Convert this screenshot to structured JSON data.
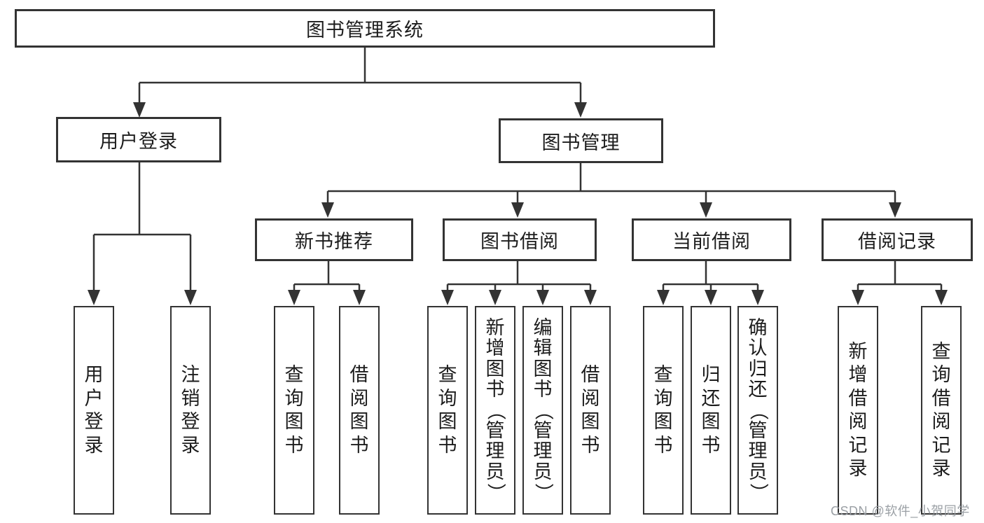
{
  "tree": {
    "root": {
      "label": "图书管理系统"
    },
    "branches": [
      {
        "label": "用户登录",
        "children": [
          {
            "label": "用户登录"
          },
          {
            "label": "注销登录"
          }
        ]
      },
      {
        "label": "图书管理",
        "children": [
          {
            "label": "新书推荐",
            "children": [
              {
                "label": "查询图书"
              },
              {
                "label": "借阅图书"
              }
            ]
          },
          {
            "label": "图书借阅",
            "children": [
              {
                "label": "查询图书"
              },
              {
                "label": "新增图书（管理员）"
              },
              {
                "label": "编辑图书（管理员）"
              },
              {
                "label": "借阅图书"
              }
            ]
          },
          {
            "label": "当前借阅",
            "children": [
              {
                "label": "查询图书"
              },
              {
                "label": "归还图书"
              },
              {
                "label": "确认归还（管理员）"
              }
            ]
          },
          {
            "label": "借阅记录",
            "children": [
              {
                "label": "新增借阅记录"
              },
              {
                "label": "查询借阅记录"
              }
            ]
          }
        ]
      }
    ]
  },
  "watermark": "CSDN @软件_小贺同学",
  "colors": {
    "line": "#333333",
    "text": "#1c1c1c",
    "watermark": "#969aa0",
    "background": "#ffffff"
  }
}
